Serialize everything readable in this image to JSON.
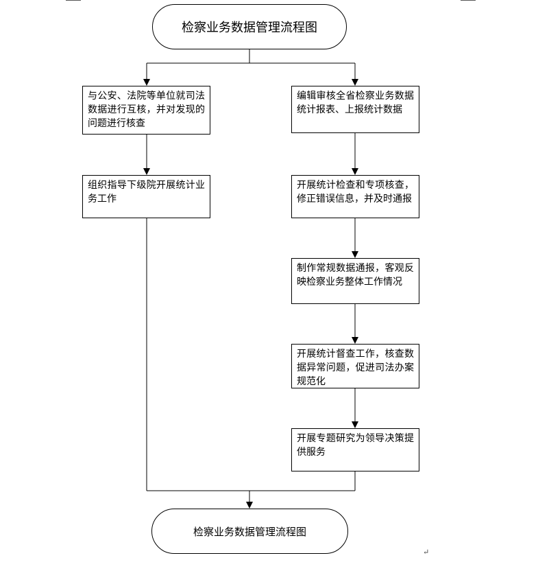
{
  "flowchart": {
    "start": "检察业务数据管理流程图",
    "end": "检察业务数据管理流程图",
    "left_branch": [
      "与公安、法院等单位就司法数据进行互核，并对发现的问题进行核查",
      "组织指导下级院开展统计业务工作"
    ],
    "right_branch": [
      "编辑审核全省检察业务数据统计报表、上报统计数据",
      "开展统计检查和专项核查，修正错误信息，并及时通报",
      "制作常规数据通报，客观反映检察业务整体工作情况",
      "开展统计督查工作，核查数据异常问题，促进司法办案规范化",
      "开展专题研究为领导决策提供服务"
    ]
  },
  "page": {
    "return_symbol": "↵"
  }
}
